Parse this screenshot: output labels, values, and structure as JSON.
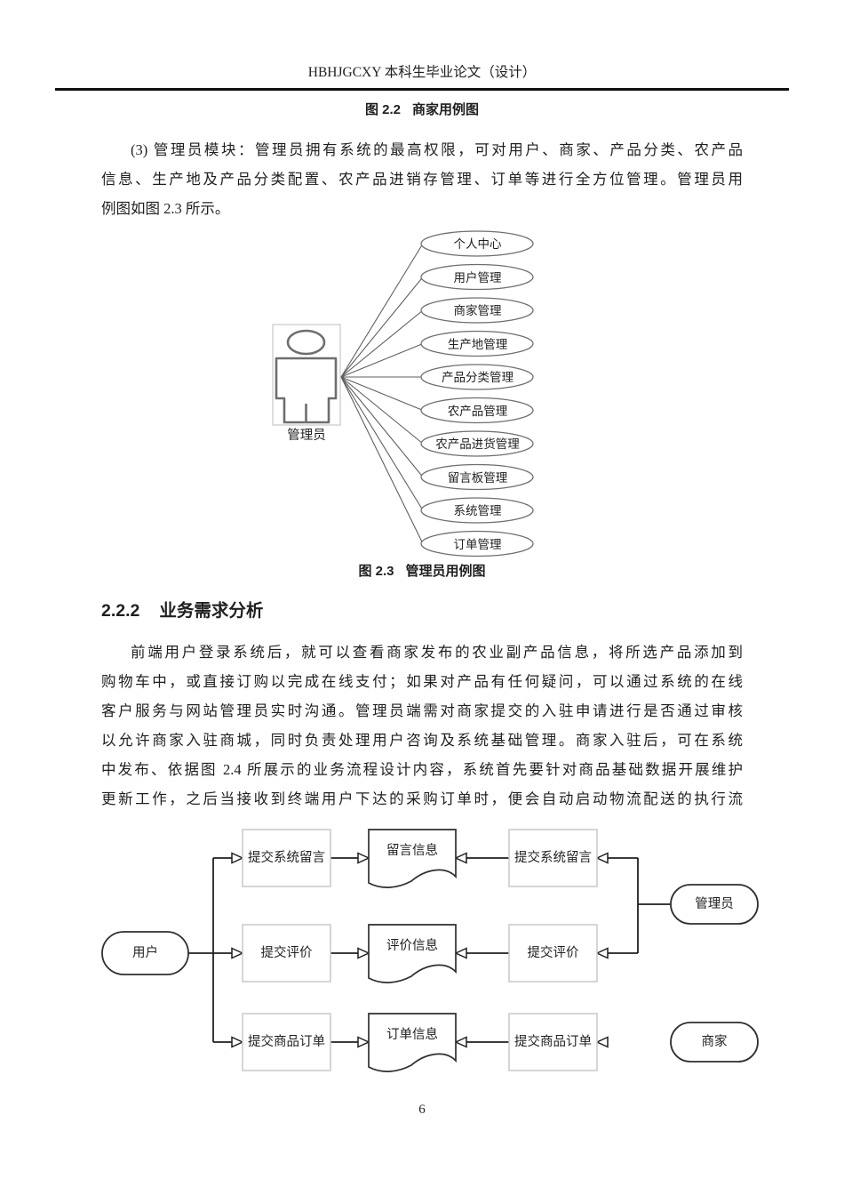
{
  "header": {
    "title": "HBHJGCXY 本科生毕业论文（设计）"
  },
  "captions": {
    "fig22": {
      "num": "图 2.2",
      "title": "商家用例图"
    },
    "fig23": {
      "num": "图 2.3",
      "title": "管理员用例图"
    }
  },
  "paragraph_admin": {
    "lines": [
      "(3) 管理员模块：管理员拥有系统的最高权限，可对用户、商家、产品分类、农产品",
      "信息、生产地及产品分类配置、农产品进销存管理、订单等进行全方位管理。管理员用",
      "例图如图 2.3 所示。"
    ]
  },
  "section_heading": {
    "num": "2.2.2",
    "title": "业务需求分析"
  },
  "paragraph_business": {
    "lines": [
      "前端用户登录系统后，就可以查看商家发布的农业副产品信息，将所选产品添加到",
      "购物车中，或直接订购以完成在线支付；如果对产品有任何疑问，可以通过系统的在线",
      "客户服务与网站管理员实时沟通。管理员端需对商家提交的入驻申请进行是否通过审核",
      "以允许商家入驻商城，同时负责处理用户咨询及系统基础管理。商家入驻后，可在系统",
      "中发布、依据图 2.4 所展示的业务流程设计内容，系统首先要针对商品基础数据开展维护",
      "更新工作，之后当接收到终端用户下达的采购订单时，便会自动启动物流配送的执行流"
    ]
  },
  "usecase_diagram": {
    "actor_label": "管理员",
    "items": [
      "个人中心",
      "用户管理",
      "商家管理",
      "生产地管理",
      "产品分类管理",
      "农产品管理",
      "农产品进货管理",
      "留言板管理",
      "系统管理",
      "订单管理"
    ]
  },
  "flow_diagram": {
    "actors": {
      "user": "用户",
      "admin": "管理员",
      "merchant": "商家"
    },
    "rows": [
      {
        "left": "提交系统留言",
        "doc": "留言信息",
        "right": "提交系统留言"
      },
      {
        "left": "提交评价",
        "doc": "评价信息",
        "right": "提交评价"
      },
      {
        "left": "提交商品订单",
        "doc": "订单信息",
        "right": "提交商品订单"
      }
    ]
  },
  "page_number": "6",
  "colors": {
    "text": "#1f1f1f",
    "dark_line": "#2f2f2f",
    "light_box": "#c8c8c8",
    "actor_gray": "#6e6e6e"
  }
}
